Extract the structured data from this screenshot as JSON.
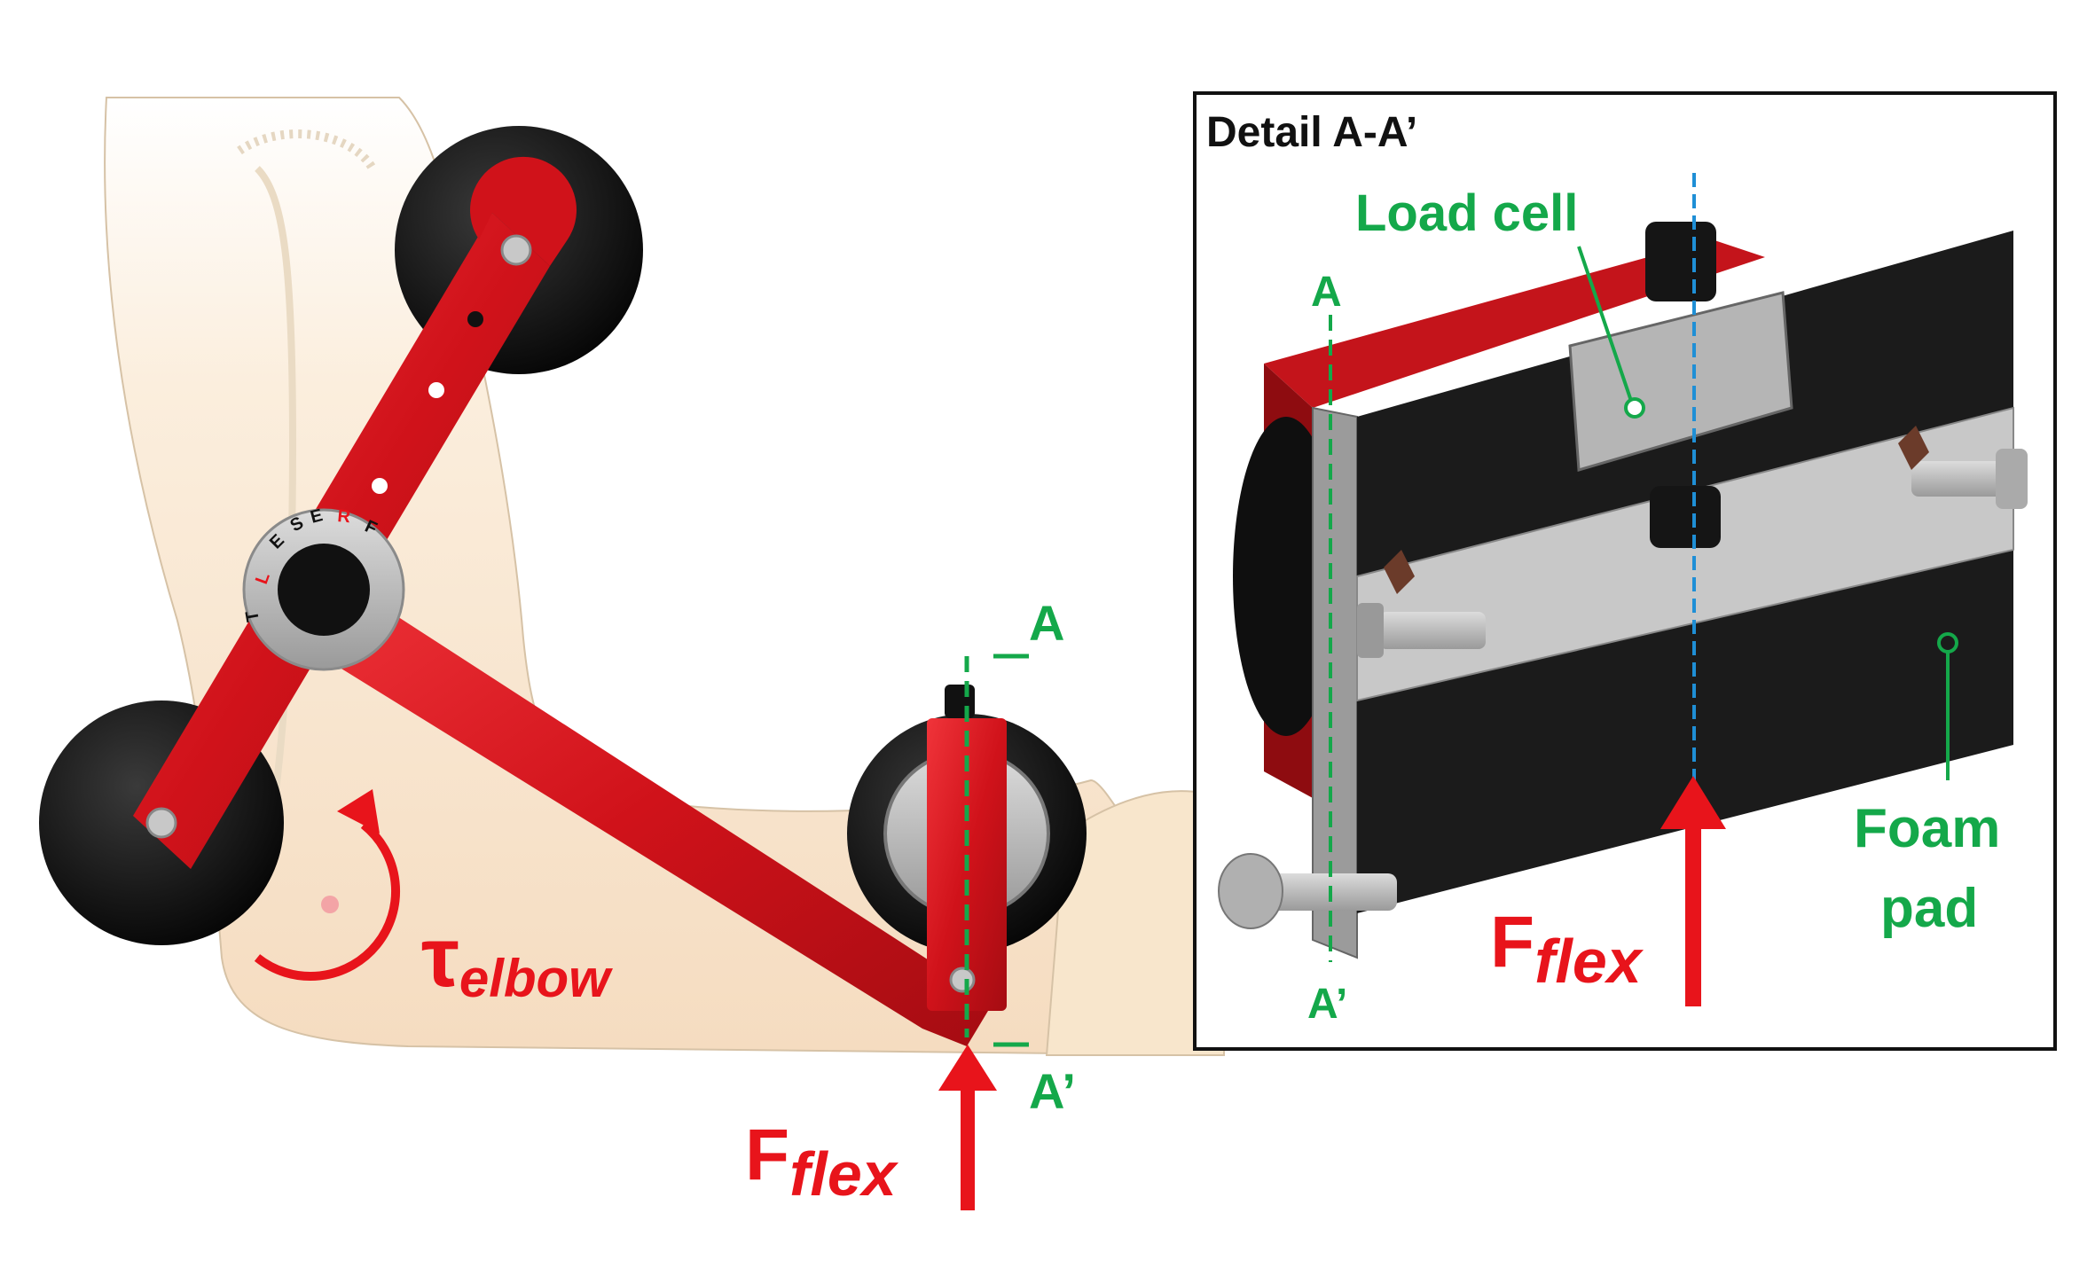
{
  "diagram": {
    "detail_title": "Detail A-A’",
    "load_cell_label": "Load cell",
    "foam_pad_label_line1": "Foam",
    "foam_pad_label_line2": "pad",
    "section_start_label": "A",
    "section_end_label": "A’",
    "force_main": "F",
    "force_sub": "flex",
    "torque_symbol": "τ",
    "torque_sub": "elbow",
    "dial_marks": [
      "L",
      "E",
      "S",
      "E",
      "R",
      "F",
      "T"
    ]
  },
  "colors": {
    "brace_red": "#d0121a",
    "label_green": "#14a84a",
    "force_red": "#e8141b",
    "axis_blue": "#1f8fd6",
    "skin": "#f8e6cc",
    "foam_black": "#1b1b1b",
    "metal_gray": "#b8b8b8"
  },
  "icons": {
    "roller": "roller-wheel-icon",
    "dial": "adjustment-dial-icon",
    "screw": "screw-icon",
    "arrow": "force-arrow-icon"
  }
}
